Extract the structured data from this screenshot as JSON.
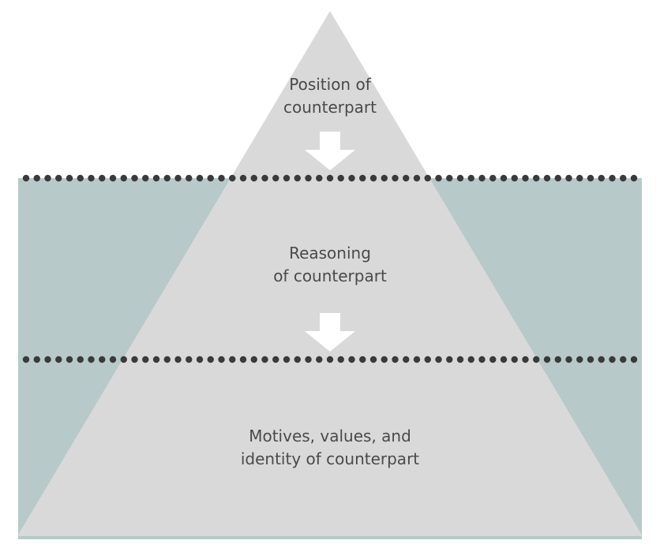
{
  "colors": {
    "water": "#b7c9c8",
    "pyramid": "#d9d9d9",
    "dots": "#3a3a3a",
    "arrow": "#ffffff",
    "text": "#4a4a4a",
    "background": "#ffffff"
  },
  "levels": [
    {
      "lines": [
        "Position of",
        "counterpart"
      ]
    },
    {
      "lines": [
        "Reasoning",
        "of counterpart"
      ]
    },
    {
      "lines": [
        "Motives, values, and",
        "identity of counterpart"
      ]
    }
  ],
  "icons": [
    "down-arrow-icon",
    "down-arrow-icon"
  ]
}
